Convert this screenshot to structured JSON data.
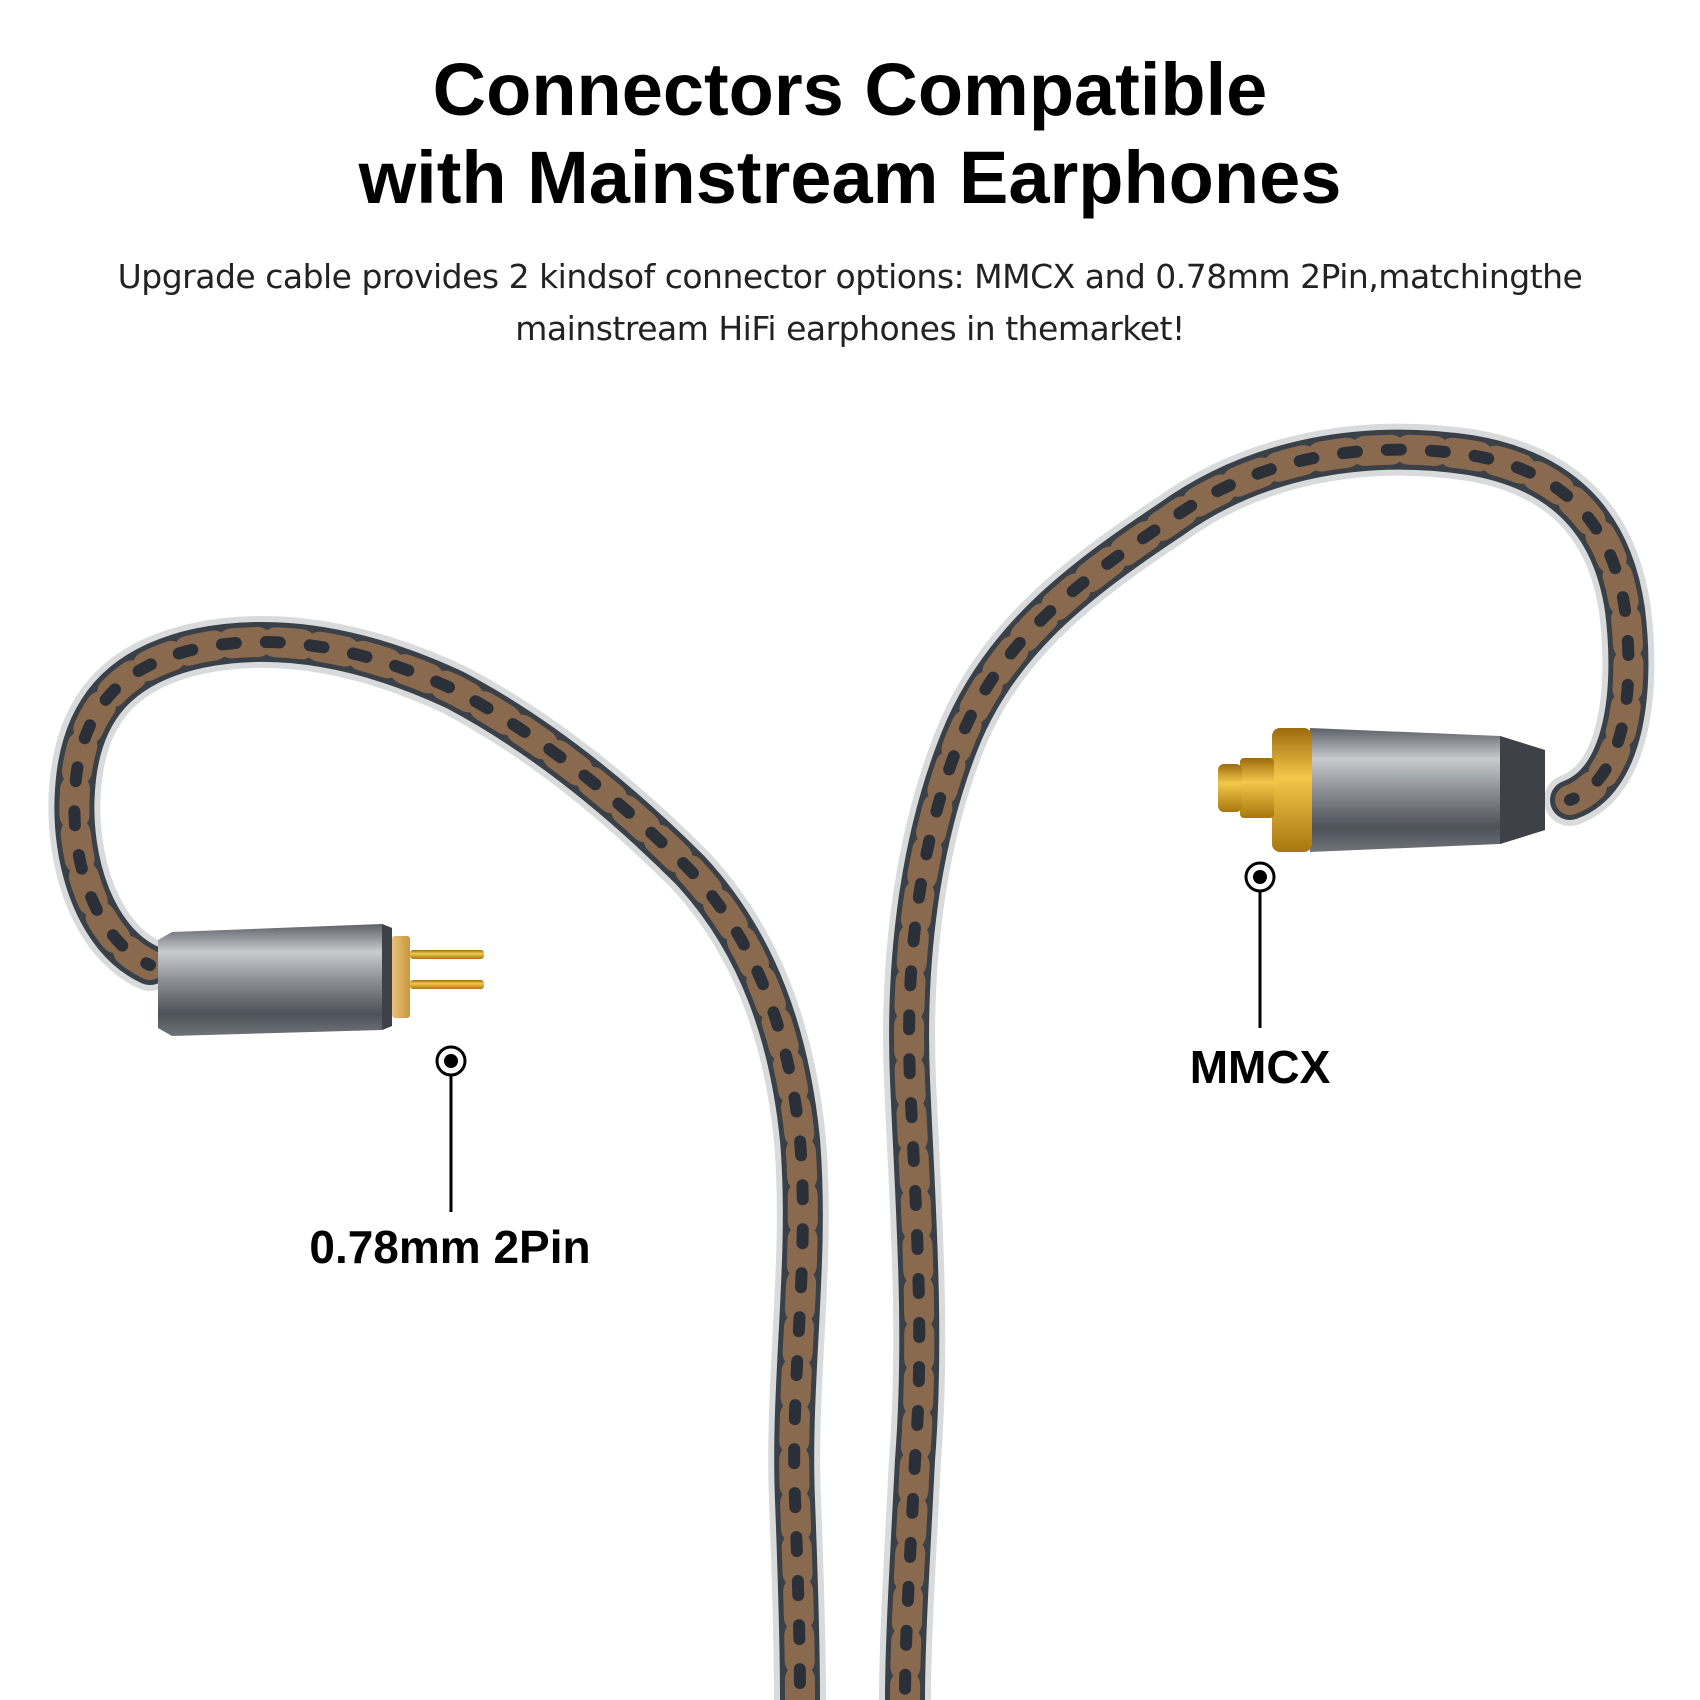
{
  "headline": {
    "line1": "Connectors Compatible",
    "line2": "with Mainstream Earphones"
  },
  "description": {
    "line1": "Upgrade cable provides 2 kindsof connector options: MMCX and 0.78mm 2Pin,matchingthe",
    "line2": "mainstream HiFi earphones in themarket!"
  },
  "callouts": {
    "two_pin": "0.78mm 2Pin",
    "mmcx": "MMCX"
  },
  "colors": {
    "background": "#ffffff",
    "text": "#000000",
    "cable_copper": "#8a6a4f",
    "cable_dark": "#3a4048",
    "connector_metal": "#8a8d92",
    "gold": "#d9a520"
  }
}
